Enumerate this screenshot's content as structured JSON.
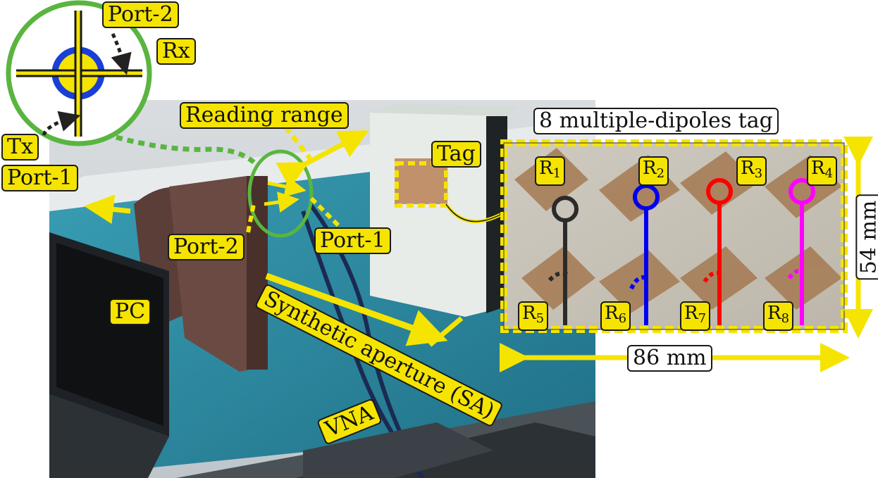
{
  "labels": {
    "port2_top": "Port-2",
    "rx": "Rx",
    "tx": "Tx",
    "port1_left": "Port-1",
    "reading_range": "Reading range",
    "tag_box_title": "8 multiple-dipoles tag",
    "tag": "Tag",
    "port2_mid": "Port-2",
    "port1_mid": "Port-1",
    "pc": "PC",
    "synthetic_aperture": "Synthetic aperture (SA)",
    "vna": "VNA",
    "width_dim": "86 mm",
    "height_dim": "54 mm"
  },
  "resonators": [
    {
      "base": "R",
      "sub": "1",
      "color": "#2b2b2b"
    },
    {
      "base": "R",
      "sub": "2",
      "color": "#0000ee"
    },
    {
      "base": "R",
      "sub": "3",
      "color": "#ff0000"
    },
    {
      "base": "R",
      "sub": "4",
      "color": "#ff00ff"
    },
    {
      "base": "R",
      "sub": "5",
      "color": "#2b2b2b"
    },
    {
      "base": "R",
      "sub": "6",
      "color": "#0000ee"
    },
    {
      "base": "R",
      "sub": "7",
      "color": "#ff0000"
    },
    {
      "base": "R",
      "sub": "8",
      "color": "#ff00ff"
    }
  ],
  "colors": {
    "highlight_yellow": "#f5e400",
    "antenna_green": "#5ab540",
    "table_teal": "#2f8fa6",
    "antenna_blue": "#1a3fd6"
  }
}
